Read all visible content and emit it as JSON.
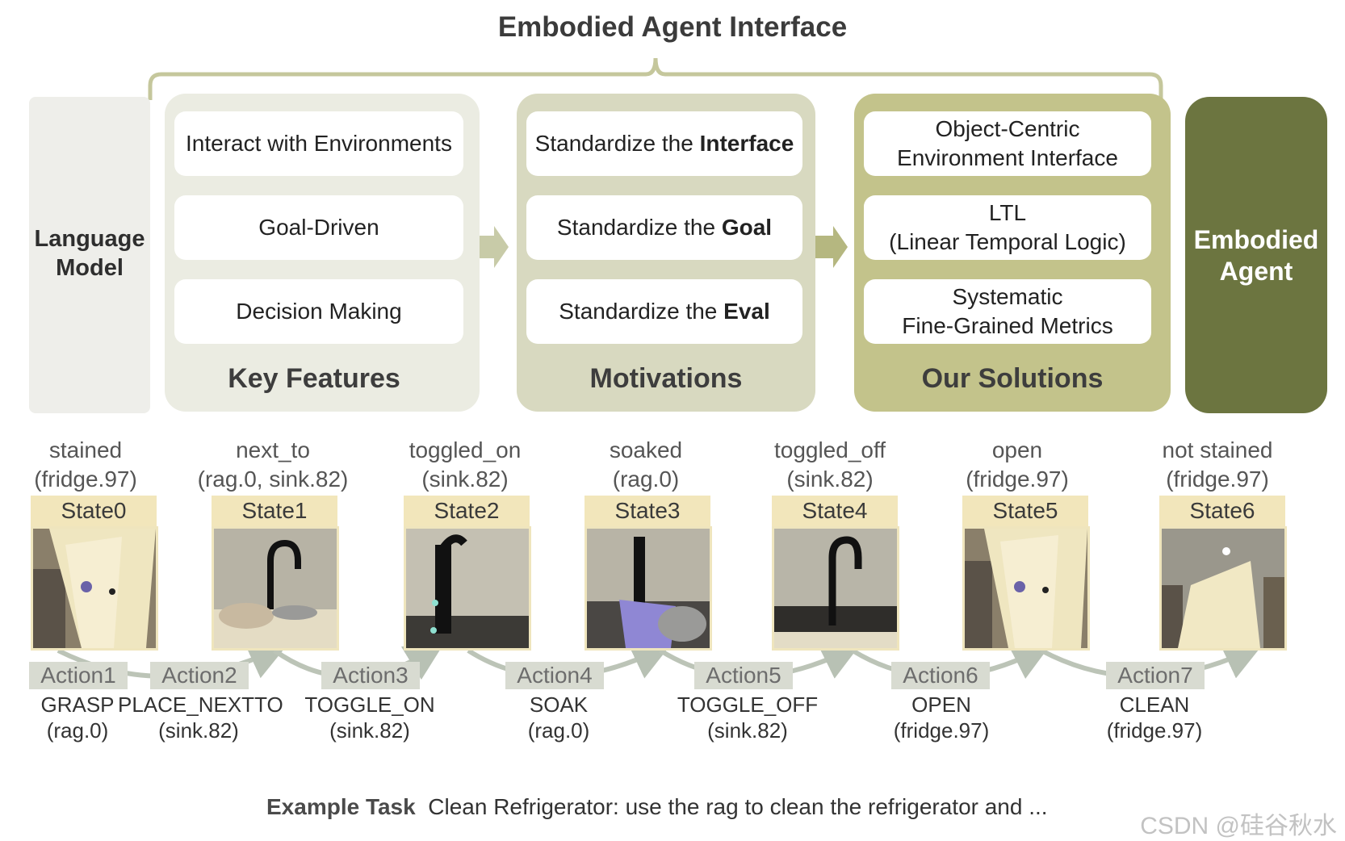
{
  "title": "Embodied Agent Interface",
  "language_model": "Language Model",
  "embodied_agent": "Embodied Agent",
  "panels": {
    "key_features": {
      "label": "Key Features",
      "items": [
        "Interact with Environments",
        "Goal-Driven",
        "Decision Making"
      ]
    },
    "motivations": {
      "label": "Motivations",
      "items": [
        {
          "prefix": "Standardize the ",
          "bold": "Interface"
        },
        {
          "prefix": "Standardize the ",
          "bold": "Goal"
        },
        {
          "prefix": "Standardize the ",
          "bold": "Eval"
        }
      ]
    },
    "our_solutions": {
      "label": "Our Solutions",
      "items": [
        {
          "line1": "Object-Centric",
          "line2": "Environment Interface"
        },
        {
          "line1": "LTL",
          "line2": "(Linear Temporal Logic)"
        },
        {
          "line1": "Systematic",
          "line2": "Fine-Grained Metrics"
        }
      ]
    }
  },
  "states": [
    {
      "pred": "stained",
      "args": "(fridge.97)",
      "label": "State0"
    },
    {
      "pred": "next_to",
      "args": "(rag.0, sink.82)",
      "label": "State1"
    },
    {
      "pred": "toggled_on",
      "args": "(sink.82)",
      "label": "State2"
    },
    {
      "pred": "soaked",
      "args": "(rag.0)",
      "label": "State3"
    },
    {
      "pred": "toggled_off",
      "args": "(sink.82)",
      "label": "State4"
    },
    {
      "pred": "open",
      "args": "(fridge.97)",
      "label": "State5"
    },
    {
      "pred": "not stained",
      "args": "(fridge.97)",
      "label": "State6"
    }
  ],
  "actions": [
    {
      "label": "Action1",
      "name": "GRASP",
      "arg": "(rag.0)"
    },
    {
      "label": "Action2",
      "name": "PLACE_NEXTTO",
      "arg": "(sink.82)"
    },
    {
      "label": "Action3",
      "name": "TOGGLE_ON",
      "arg": "(sink.82)"
    },
    {
      "label": "Action4",
      "name": "SOAK",
      "arg": "(rag.0)"
    },
    {
      "label": "Action5",
      "name": "TOGGLE_OFF",
      "arg": "(sink.82)"
    },
    {
      "label": "Action6",
      "name": "OPEN",
      "arg": "(fridge.97)"
    },
    {
      "label": "Action7",
      "name": "CLEAN",
      "arg": "(fridge.97)"
    }
  ],
  "example": {
    "label": "Example Task",
    "text": "Clean Refrigerator: use the rag to clean the refrigerator and ..."
  },
  "watermark": "CSDN @硅谷秋水",
  "colors": {
    "key_features_bg": "#ebece2",
    "motivations_bg": "#d8d9c0",
    "our_solutions_bg": "#c3c38b",
    "embodied_agent_bg": "#6c7540",
    "state_label_bg": "#f2e6bb",
    "action_label_bg": "#d8dbd1",
    "brace": "#c5c79c"
  }
}
